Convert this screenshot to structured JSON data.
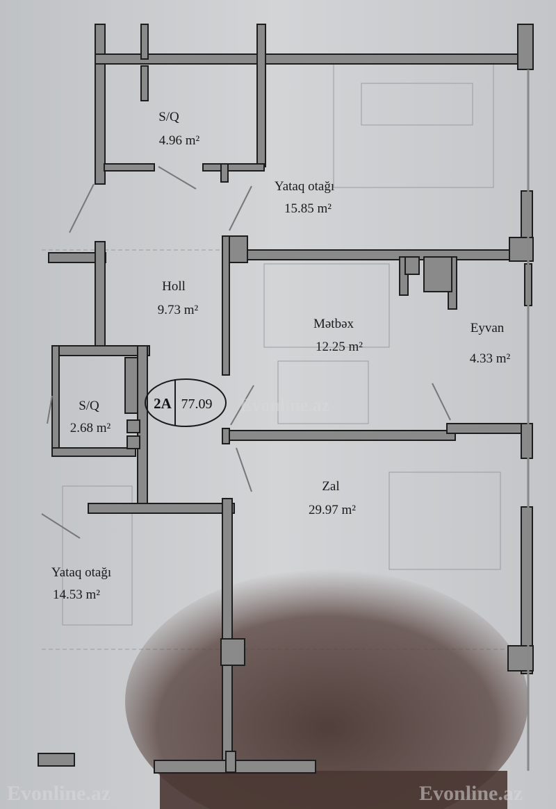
{
  "plan": {
    "unit_badge": {
      "code": "2A",
      "area": "77.09"
    },
    "rooms": [
      {
        "name": "S/Q",
        "area": "4.96 m²"
      },
      {
        "name": "Yataq otağı",
        "area": "15.85 m²"
      },
      {
        "name": "Holl",
        "area": "9.73 m²"
      },
      {
        "name": "Mətbəx",
        "area": "12.25 m²"
      },
      {
        "name": "Eyvan",
        "area": "4.33 m²"
      },
      {
        "name": "S/Q",
        "area": "2.68 m²"
      },
      {
        "name": "Zal",
        "area": "29.97 m²"
      },
      {
        "name": "Yataq otağı",
        "area": "14.53 m²"
      }
    ],
    "watermarks": [
      "Evonline.az",
      "Evonline.az",
      "Evonline.az"
    ],
    "colors": {
      "paper": "#c9cbcd",
      "wall": "#8a8a8a",
      "outline": "#1d1d1d",
      "shadow": "#4a3733"
    }
  }
}
